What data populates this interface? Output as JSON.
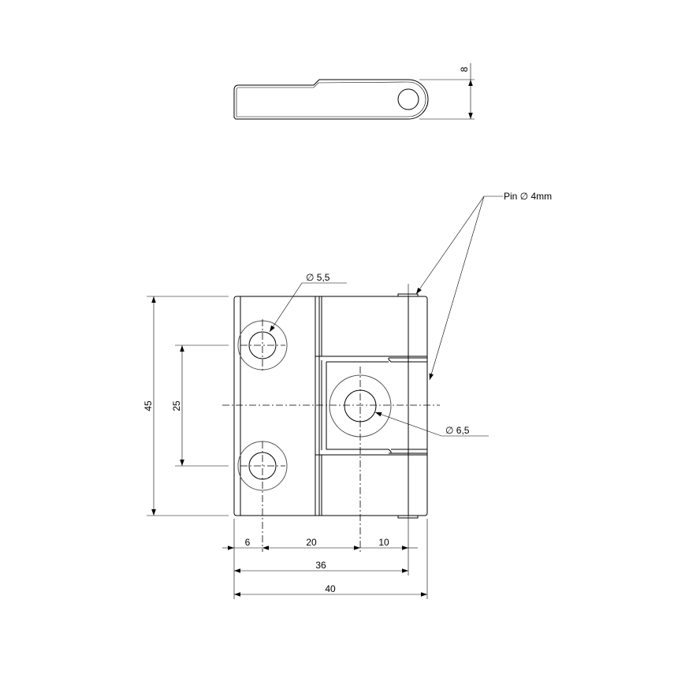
{
  "drawing": {
    "top_view": {
      "thickness_dim": "8"
    },
    "front_view": {
      "pin_note": "Pin ∅ 4mm",
      "hole_small_note": "∅ 5,5",
      "hole_center_note": "∅ 6,5",
      "height_total": "45",
      "hole_spacing": "25",
      "dim_edge_to_hole": "6",
      "dim_hole_to_center": "20",
      "dim_center_to_pin": "10",
      "dim_to_pin": "36",
      "width_total": "40"
    }
  }
}
